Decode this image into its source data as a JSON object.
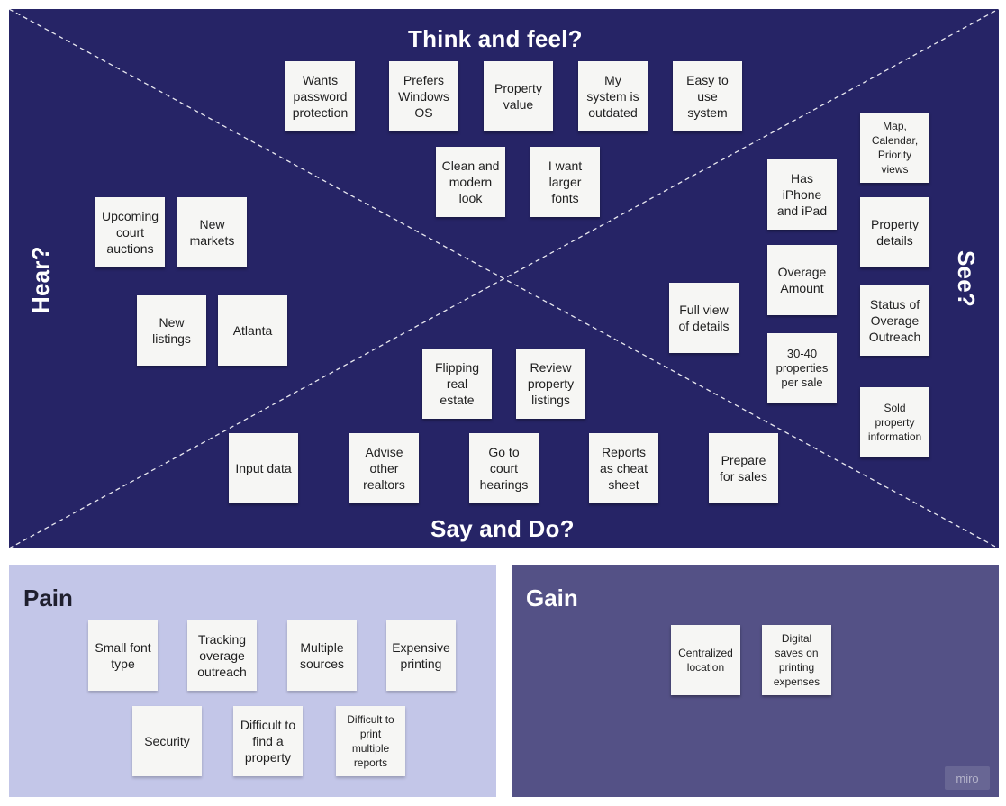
{
  "empathy_map": {
    "think_feel": "Think and feel?",
    "hear": "Hear?",
    "see": "See?",
    "say_do": "Say and Do?",
    "notes": {
      "wants_password": "Wants\npassword\nprotection",
      "prefers_windows": "Prefers\nWindows\nOS",
      "property_value": "Property\nvalue",
      "system_outdated": "My\nsystem is\noutdated",
      "easy_to_use": "Easy to\nuse\nsystem",
      "clean_modern": "Clean and\nmodern\nlook",
      "larger_fonts": "I want\nlarger\nfonts",
      "court_auctions": "Upcoming\ncourt\nauctions",
      "new_markets": "New\nmarkets",
      "new_listings": "New\nlistings",
      "atlanta": "Atlanta",
      "map_calendar": "Map,\nCalendar,\nPriority\nviews",
      "has_iphone": "Has\niPhone\nand iPad",
      "property_details": "Property\ndetails",
      "overage_amount": "Overage\nAmount",
      "full_view": "Full view\nof details",
      "status_outreach": "Status of\nOverage\nOutreach",
      "properties_per_sale": "30-40\nproperties\nper  sale",
      "sold_property": "Sold\nproperty\ninformation",
      "flipping": "Flipping\nreal\nestate",
      "review_listings": "Review\nproperty\nlistings",
      "input_data": "Input data",
      "advise_realtors": "Advise\nother\nrealtors",
      "court_hearings": "Go to\ncourt\nhearings",
      "cheat_sheet": "Reports\nas cheat\nsheet",
      "prepare_sales": "Prepare\nfor  sales"
    }
  },
  "pain": {
    "title": "Pain",
    "notes": {
      "small_font": "Small font\ntype",
      "tracking_overage": "Tracking\noverage\noutreach",
      "multiple_sources": "Multiple\nsources",
      "expensive_printing": "Expensive\nprinting",
      "security": "Security",
      "difficult_find": "Difficult to\nfind a\nproperty",
      "difficult_print": "Difficult to\nprint\nmultiple\nreports"
    }
  },
  "gain": {
    "title": "Gain",
    "notes": {
      "centralized": "Centralized\nlocation",
      "digital_saves": "Digital\nsaves on\nprinting\nexpenses"
    }
  },
  "watermark": "miro",
  "colors": {
    "map_bg": "#262466",
    "pain_bg": "#c3c6e8",
    "gain_bg": "#545186",
    "sticky": "#f6f6f4"
  }
}
